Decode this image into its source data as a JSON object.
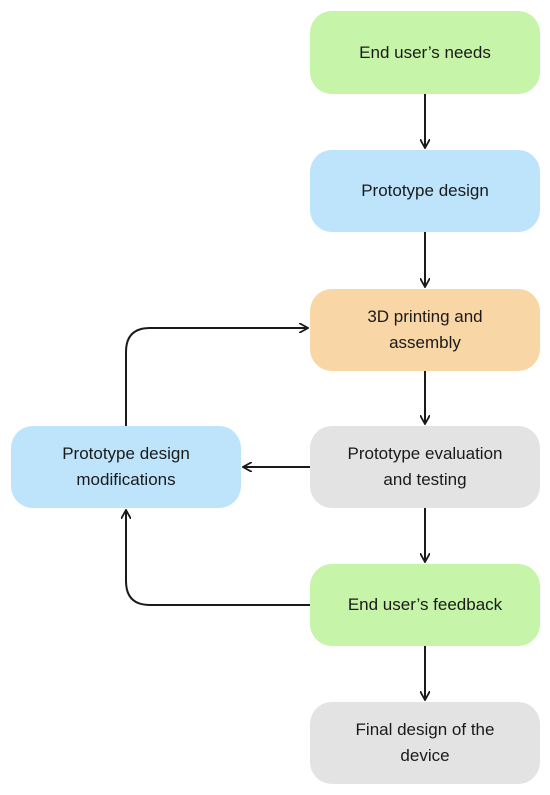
{
  "colors": {
    "green": "#c6f4a8",
    "blue": "#bde4fb",
    "orange": "#f9d6a6",
    "gray": "#e3e3e3",
    "arrow": "#1a1a1a"
  },
  "nodes": {
    "needs": {
      "label": "End user’s needs",
      "color": "green"
    },
    "proto": {
      "label": "Prototype design",
      "color": "blue"
    },
    "print": {
      "label": "3D printing and\nassembly",
      "color": "orange"
    },
    "eval": {
      "label": "Prototype evaluation\nand testing",
      "color": "gray"
    },
    "feedback": {
      "label": "End user’s feedback",
      "color": "green"
    },
    "final": {
      "label": "Final design of the\ndevice",
      "color": "gray"
    },
    "mods": {
      "label": "Prototype design\nmodifications",
      "color": "blue"
    }
  },
  "edges": [
    {
      "from": "needs",
      "to": "proto"
    },
    {
      "from": "proto",
      "to": "print"
    },
    {
      "from": "print",
      "to": "eval"
    },
    {
      "from": "eval",
      "to": "feedback"
    },
    {
      "from": "feedback",
      "to": "final"
    },
    {
      "from": "eval",
      "to": "mods"
    },
    {
      "from": "feedback",
      "to": "mods"
    },
    {
      "from": "mods",
      "to": "print"
    }
  ]
}
